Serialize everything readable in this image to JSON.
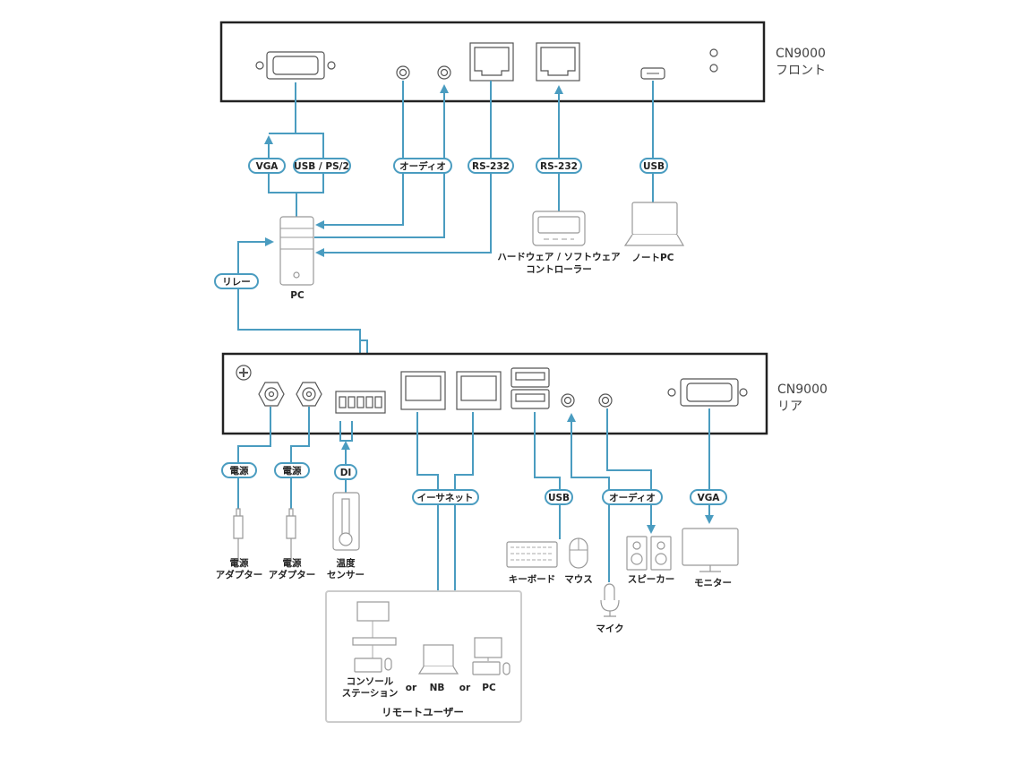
{
  "front": {
    "model": "CN9000",
    "side": "フロント"
  },
  "rear": {
    "model": "CN9000",
    "side": "リア"
  },
  "front_cables": {
    "vga": "VGA",
    "usb_ps2": "USB / PS/2",
    "audio": "オーディオ",
    "rs232_a": "RS-232",
    "rs232_b": "RS-232",
    "usb": "USB",
    "relay": "リレー"
  },
  "front_devices": {
    "pc": "PC",
    "controller_line1": "ハードウェア / ソフトウェア",
    "controller_line2": "コントローラー",
    "notebook": "ノートPC"
  },
  "rear_cables": {
    "power1": "電源",
    "power2": "電源",
    "di": "DI",
    "ethernet": "イーサネット",
    "usb": "USB",
    "audio": "オーディオ",
    "vga": "VGA"
  },
  "rear_devices": {
    "adapter_line1": "電源",
    "adapter_line2": "アダプター",
    "sensor_line1": "温度",
    "sensor_line2": "センサー",
    "keyboard": "キーボード",
    "mouse": "マウス",
    "mic": "マイク",
    "speaker": "スピーカー",
    "monitor": "モニター"
  },
  "remote": {
    "console_line1": "コンソール",
    "console_line2": "ステーション",
    "or1": "or",
    "nb": "NB",
    "or2": "or",
    "pc": "PC",
    "title": "リモートユーザー"
  },
  "colors": {
    "cable": "#4a9cc0",
    "panel": "#222222"
  }
}
